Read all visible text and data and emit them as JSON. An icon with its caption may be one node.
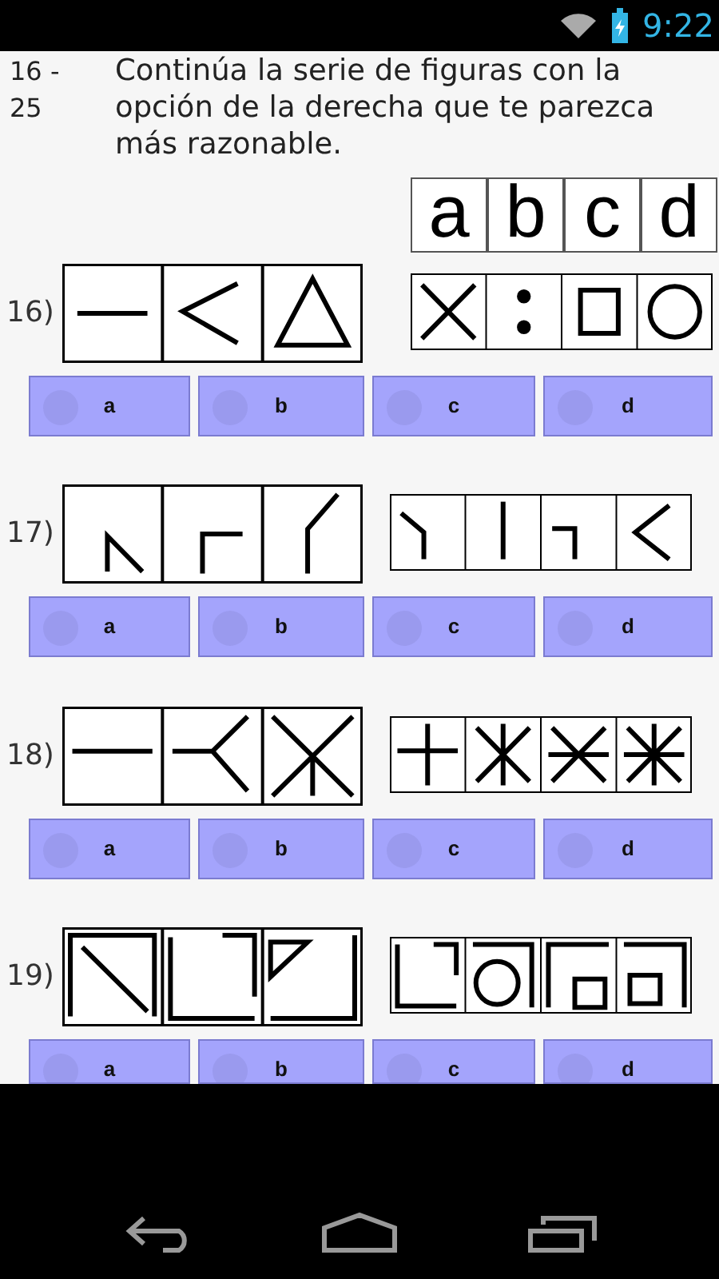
{
  "diagram": {
    "labels": [
      "9:22",
      "16 - 25",
      "Continúa la serie de figuras con la opción de la derecha que te parezca más razonable.",
      "a",
      "b",
      "c",
      "d",
      "16)",
      "a",
      "b",
      "c",
      "d",
      "17)",
      "a",
      "b",
      "c",
      "d",
      "18)",
      "a",
      "b",
      "c",
      "d",
      "19)",
      "a",
      "b",
      "c",
      "d"
    ]
  }
}
